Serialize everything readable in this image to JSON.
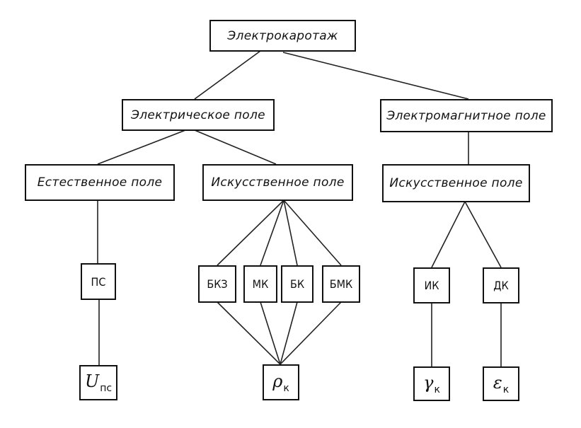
{
  "diagram": {
    "root": {
      "label": "Электрокаротаж"
    },
    "level1": {
      "electric": {
        "label": "Электрическое поле"
      },
      "electromagnetic": {
        "label": "Электромагнитное поле"
      }
    },
    "level2": {
      "natural": {
        "label": "Естественное поле"
      },
      "artificial_electric": {
        "label": "Искусственное поле"
      },
      "artificial_em": {
        "label": "Искусственное поле"
      }
    },
    "methods": {
      "ps": {
        "label": "ПС"
      },
      "bkz": {
        "label": "БКЗ"
      },
      "mk": {
        "label": "МК"
      },
      "bk": {
        "label": "БК"
      },
      "bmk": {
        "label": "БМК"
      },
      "ik": {
        "label": "ИК"
      },
      "dk": {
        "label": "ДК"
      }
    },
    "parameters": {
      "u_ps": {
        "symbol": "U",
        "subscript": "пс"
      },
      "rho_k": {
        "symbol": "ρ",
        "subscript": "к"
      },
      "gamma_k": {
        "symbol": "γ",
        "subscript": "к"
      },
      "eps_k": {
        "symbol": "ε",
        "subscript": "к"
      }
    }
  }
}
